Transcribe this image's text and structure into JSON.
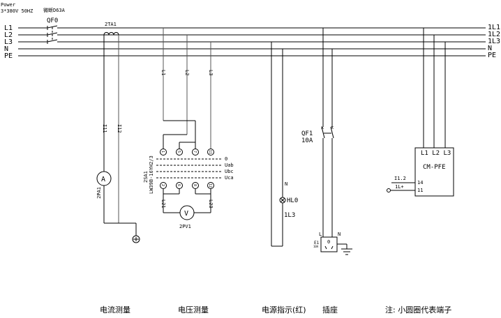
{
  "header": {
    "power_label": "Power",
    "supply_spec": "3*380V 50HZ",
    "breaker_model": "微断D63A",
    "main_breaker": "QF0",
    "ct_label": "2TA1"
  },
  "bus_left": [
    "L1",
    "L2",
    "L3",
    "N",
    "PE"
  ],
  "bus_right": [
    "1L1",
    "1L2",
    "1L3",
    "N",
    "PE"
  ],
  "current_section": {
    "wire_1": "I11",
    "wire_2": "I12",
    "ammeter_symbol": "A",
    "ammeter_label": "2PA1"
  },
  "voltage_section": {
    "phase_labels": [
      "L1",
      "L2",
      "L3"
    ],
    "switch_label": "2SA1",
    "switch_model": "LW39B-16YH2/3",
    "top_terminals": [
      "1",
      "5",
      "7",
      "11"
    ],
    "bottom_terminals": [
      "2",
      "6",
      "8",
      "12"
    ],
    "positions": [
      "0",
      "Uab",
      "Ubc",
      "Uca"
    ],
    "wire_left": "L21",
    "wire_right": "L23",
    "voltmeter_symbol": "V",
    "voltmeter_label": "2PV1"
  },
  "indicator_section": {
    "top_label": "N",
    "lamp_label": "HL0",
    "bottom_label": "1L3"
  },
  "socket_section": {
    "breaker_label": "QF1",
    "breaker_rating": "10A",
    "l_label": "L",
    "n_label": "N",
    "socket_label": "E1",
    "socket_rating": "10A",
    "socket_glyph": "0"
  },
  "monitor_section": {
    "terminals": "L1 L2 L3",
    "model": "CM-PFE",
    "pin_14_wire": "I1.2",
    "pin_14": "14",
    "pin_11_wire": "1L+",
    "pin_11": "11"
  },
  "captions": {
    "current": "电流测量",
    "voltage": "电压测量",
    "indicator": "电源指示(红)",
    "socket": "插座",
    "note": "注: 小圆圈代表端子"
  }
}
